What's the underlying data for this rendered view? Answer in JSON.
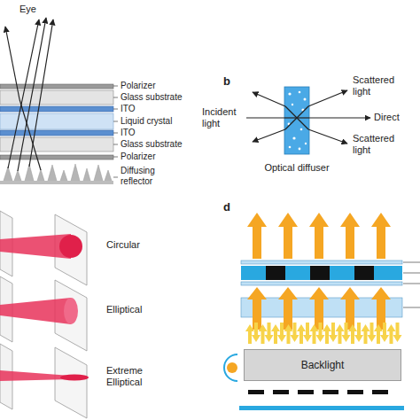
{
  "diagram": {
    "nodes": [
      {
        "text": [
          "Optical diffuser"
        ]
      },
      {
        "text": [
          "Backlight"
        ]
      }
    ],
    "labels": [
      "Eye",
      "Polarizer",
      "Glass substrate",
      "ITO",
      "Liquid crystal",
      "ITO",
      "Glass substrate",
      "Polarizer",
      "Diffusing reflector",
      "b",
      "Incident light",
      "Scattered light",
      "Direct",
      "Scattered light",
      "Circular",
      "Elliptical",
      "Extreme Elliptical",
      "d"
    ]
  }
}
